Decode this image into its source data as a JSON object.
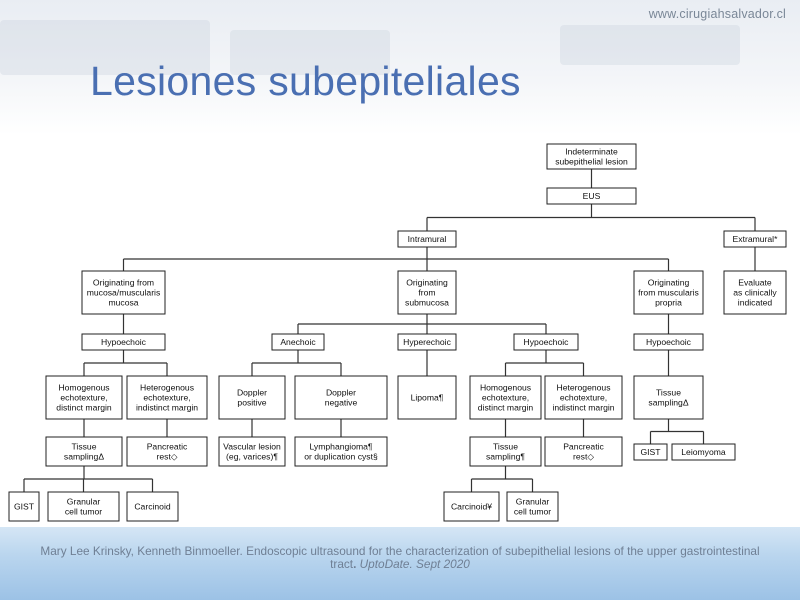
{
  "header": {
    "url": "www.cirugiahsalvador.cl",
    "title": "Lesiones subepiteliales"
  },
  "footer": {
    "authors": "Mary Lee Krinsky, Kenneth Binmoeller. Endoscopic ultrasound for the characterization of subepithelial lesions of the upper gastrointestinal tract",
    "sep": ". ",
    "source": "UptoDate. Sept 2020"
  },
  "nodes": [
    {
      "id": "root",
      "lines": [
        "Indeterminate",
        "subepithelial lesion"
      ]
    },
    {
      "id": "eus",
      "lines": [
        "EUS"
      ]
    },
    {
      "id": "intramural",
      "lines": [
        "Intramural"
      ]
    },
    {
      "id": "extramural",
      "lines": [
        "Extramural*"
      ]
    },
    {
      "id": "mucosa",
      "lines": [
        "Originating from",
        "mucosa/muscularis",
        "mucosa"
      ]
    },
    {
      "id": "submucosa",
      "lines": [
        "Originating",
        "from",
        "submucosa"
      ]
    },
    {
      "id": "propria",
      "lines": [
        "Originating",
        "from muscularis",
        "propria"
      ]
    },
    {
      "id": "evaluate",
      "lines": [
        "Evaluate",
        "as clinically",
        "indicated"
      ]
    },
    {
      "id": "hypo1",
      "lines": [
        "Hypoechoic"
      ]
    },
    {
      "id": "anechoic",
      "lines": [
        "Anechoic"
      ]
    },
    {
      "id": "hyper",
      "lines": [
        "Hyperechoic"
      ]
    },
    {
      "id": "hypo2",
      "lines": [
        "Hypoechoic"
      ]
    },
    {
      "id": "hypo3",
      "lines": [
        "Hypoechoic"
      ]
    },
    {
      "id": "homo1",
      "lines": [
        "Homogenous",
        "echotexture,",
        "distinct margin"
      ]
    },
    {
      "id": "hetero1",
      "lines": [
        "Heterogenous",
        "echotexture,",
        "indistinct margin"
      ]
    },
    {
      "id": "doppos",
      "lines": [
        "Doppler",
        "positive"
      ]
    },
    {
      "id": "dopneg",
      "lines": [
        "Doppler",
        "negative"
      ]
    },
    {
      "id": "lipoma",
      "lines": [
        "Lipoma¶"
      ]
    },
    {
      "id": "homo2",
      "lines": [
        "Homogenous",
        "echotexture,",
        "distinct margin"
      ]
    },
    {
      "id": "hetero2",
      "lines": [
        "Heterogenous",
        "echotexture,",
        "indistinct margin"
      ]
    },
    {
      "id": "tissue3",
      "lines": [
        "Tissue",
        "samplingΔ"
      ]
    },
    {
      "id": "tissue1",
      "lines": [
        "Tissue",
        "samplingΔ"
      ]
    },
    {
      "id": "panc1",
      "lines": [
        "Pancreatic",
        "rest◇"
      ]
    },
    {
      "id": "vascular",
      "lines": [
        "Vascular lesion",
        "(eg, varices)¶"
      ]
    },
    {
      "id": "lymph",
      "lines": [
        "Lymphangioma¶",
        "or duplication cyst§"
      ]
    },
    {
      "id": "tissue2",
      "lines": [
        "Tissue",
        "sampling¶"
      ]
    },
    {
      "id": "panc2",
      "lines": [
        "Pancreatic",
        "rest◇"
      ]
    },
    {
      "id": "gist2",
      "lines": [
        "GIST"
      ]
    },
    {
      "id": "leio",
      "lines": [
        "Leiomyoma"
      ]
    },
    {
      "id": "gist1",
      "lines": [
        "GIST"
      ]
    },
    {
      "id": "granular1",
      "lines": [
        "Granular",
        "cell tumor"
      ]
    },
    {
      "id": "carcinoid1",
      "lines": [
        "Carcinoid"
      ]
    },
    {
      "id": "carcinoid2",
      "lines": [
        "Carcinoid¥"
      ]
    },
    {
      "id": "granular2",
      "lines": [
        "Granular",
        "cell tumor"
      ]
    }
  ],
  "edges": [
    [
      "root",
      "eus"
    ],
    [
      "eus",
      "intramural"
    ],
    [
      "eus",
      "extramural"
    ],
    [
      "intramural",
      "mucosa"
    ],
    [
      "intramural",
      "submucosa"
    ],
    [
      "intramural",
      "propria"
    ],
    [
      "extramural",
      "evaluate"
    ],
    [
      "mucosa",
      "hypo1"
    ],
    [
      "hypo1",
      "homo1"
    ],
    [
      "hypo1",
      "hetero1"
    ],
    [
      "homo1",
      "tissue1"
    ],
    [
      "hetero1",
      "panc1"
    ],
    [
      "tissue1",
      "gist1"
    ],
    [
      "tissue1",
      "granular1"
    ],
    [
      "tissue1",
      "carcinoid1"
    ],
    [
      "submucosa",
      "anechoic"
    ],
    [
      "submucosa",
      "hyper"
    ],
    [
      "submucosa",
      "hypo2"
    ],
    [
      "anechoic",
      "doppos"
    ],
    [
      "anechoic",
      "dopneg"
    ],
    [
      "doppos",
      "vascular"
    ],
    [
      "dopneg",
      "lymph"
    ],
    [
      "hyper",
      "lipoma"
    ],
    [
      "hypo2",
      "homo2"
    ],
    [
      "hypo2",
      "hetero2"
    ],
    [
      "homo2",
      "tissue2"
    ],
    [
      "hetero2",
      "panc2"
    ],
    [
      "tissue2",
      "carcinoid2"
    ],
    [
      "tissue2",
      "granular2"
    ],
    [
      "propria",
      "hypo3"
    ],
    [
      "hypo3",
      "tissue3"
    ],
    [
      "tissue3",
      "gist2"
    ],
    [
      "tissue3",
      "leio"
    ]
  ]
}
